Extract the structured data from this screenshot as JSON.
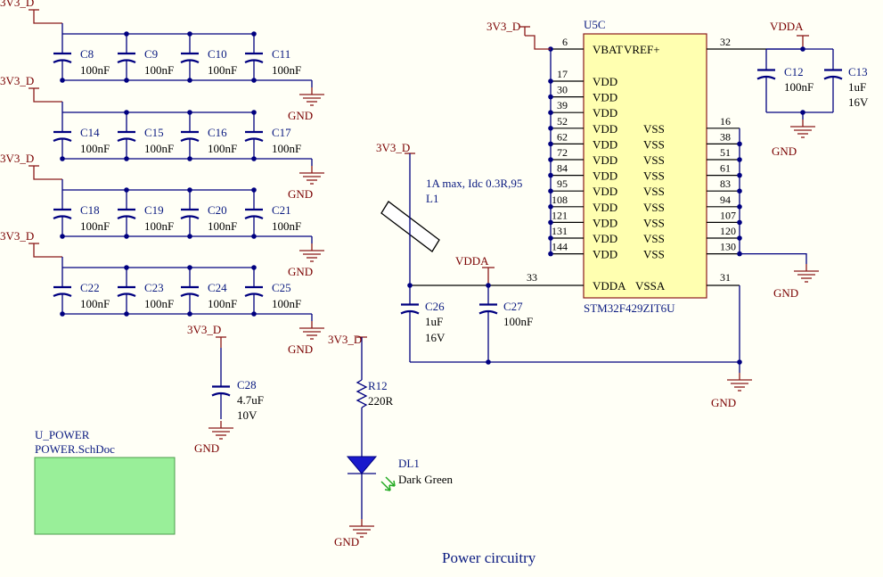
{
  "power_net_3v3": "3V3_D",
  "power_net_vdda": "VDDA",
  "ground_net": "GND",
  "title": "Power circuitry",
  "decoupling_rows": [
    {
      "caps": [
        {
          "ref": "C8",
          "value": "100nF"
        },
        {
          "ref": "C9",
          "value": "100nF"
        },
        {
          "ref": "C10",
          "value": "100nF"
        },
        {
          "ref": "C11",
          "value": "100nF"
        }
      ]
    },
    {
      "caps": [
        {
          "ref": "C14",
          "value": "100nF"
        },
        {
          "ref": "C15",
          "value": "100nF"
        },
        {
          "ref": "C16",
          "value": "100nF"
        },
        {
          "ref": "C17",
          "value": "100nF"
        }
      ]
    },
    {
      "caps": [
        {
          "ref": "C18",
          "value": "100nF"
        },
        {
          "ref": "C19",
          "value": "100nF"
        },
        {
          "ref": "C20",
          "value": "100nF"
        },
        {
          "ref": "C21",
          "value": "100nF"
        }
      ]
    },
    {
      "caps": [
        {
          "ref": "C22",
          "value": "100nF"
        },
        {
          "ref": "C23",
          "value": "100nF"
        },
        {
          "ref": "C24",
          "value": "100nF"
        },
        {
          "ref": "C25",
          "value": "100nF"
        }
      ]
    }
  ],
  "c28": {
    "ref": "C28",
    "value": "4.7uF",
    "rating": "10V"
  },
  "c12": {
    "ref": "C12",
    "value": "100nF"
  },
  "c13": {
    "ref": "C13",
    "value": "1uF",
    "rating": "16V"
  },
  "c26": {
    "ref": "C26",
    "value": "1uF",
    "rating": "16V"
  },
  "c27": {
    "ref": "C27",
    "value": "100nF"
  },
  "l1": {
    "ref": "L1",
    "desc": "1A max, Idc 0.3R,95"
  },
  "r12": {
    "ref": "R12",
    "value": "220R"
  },
  "dl1": {
    "ref": "DL1",
    "value": "Dark Green"
  },
  "sheet": {
    "name": "U_POWER",
    "file": "POWER.SchDoc"
  },
  "ic": {
    "ref": "U5C",
    "part": "STM32F429ZIT6U",
    "vbat_label": "VBAT",
    "vref_label": "VREF+",
    "vdda_label": "VDDA",
    "vssa_label": "VSSA",
    "vbat_pin": "6",
    "vref_pin": "32",
    "vdda_pin": "33",
    "vssa_pin": "31",
    "vdd_label": "VDD",
    "vss_label": "VSS",
    "vdd_pins": [
      "17",
      "30",
      "39",
      "52",
      "62",
      "72",
      "84",
      "95",
      "108",
      "121",
      "131",
      "144"
    ],
    "vss_pins": [
      "16",
      "38",
      "51",
      "61",
      "83",
      "94",
      "107",
      "120",
      "130"
    ]
  }
}
